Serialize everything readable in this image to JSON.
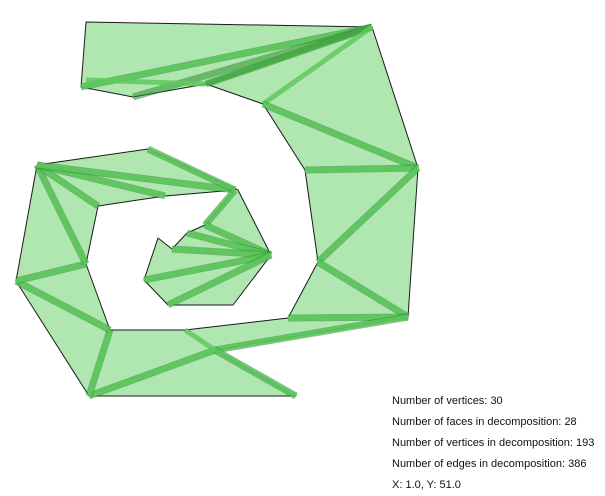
{
  "stats": {
    "vertices_label": "Number of vertices:",
    "vertices_value": "30",
    "faces_label": "Number of faces in decomposition:",
    "faces_value": "28",
    "dec_vertices_label": "Number of vertices in decomposition:",
    "dec_vertices_value": "193",
    "dec_edges_label": "Number of edges in decomposition:",
    "dec_edges_value": "386",
    "cursor_label": "X: 1.0, Y: 51.0"
  },
  "colors": {
    "face_fill": "#b0e6b0",
    "outline": "#1a1a1a",
    "diagonal": "#5fc95f"
  }
}
